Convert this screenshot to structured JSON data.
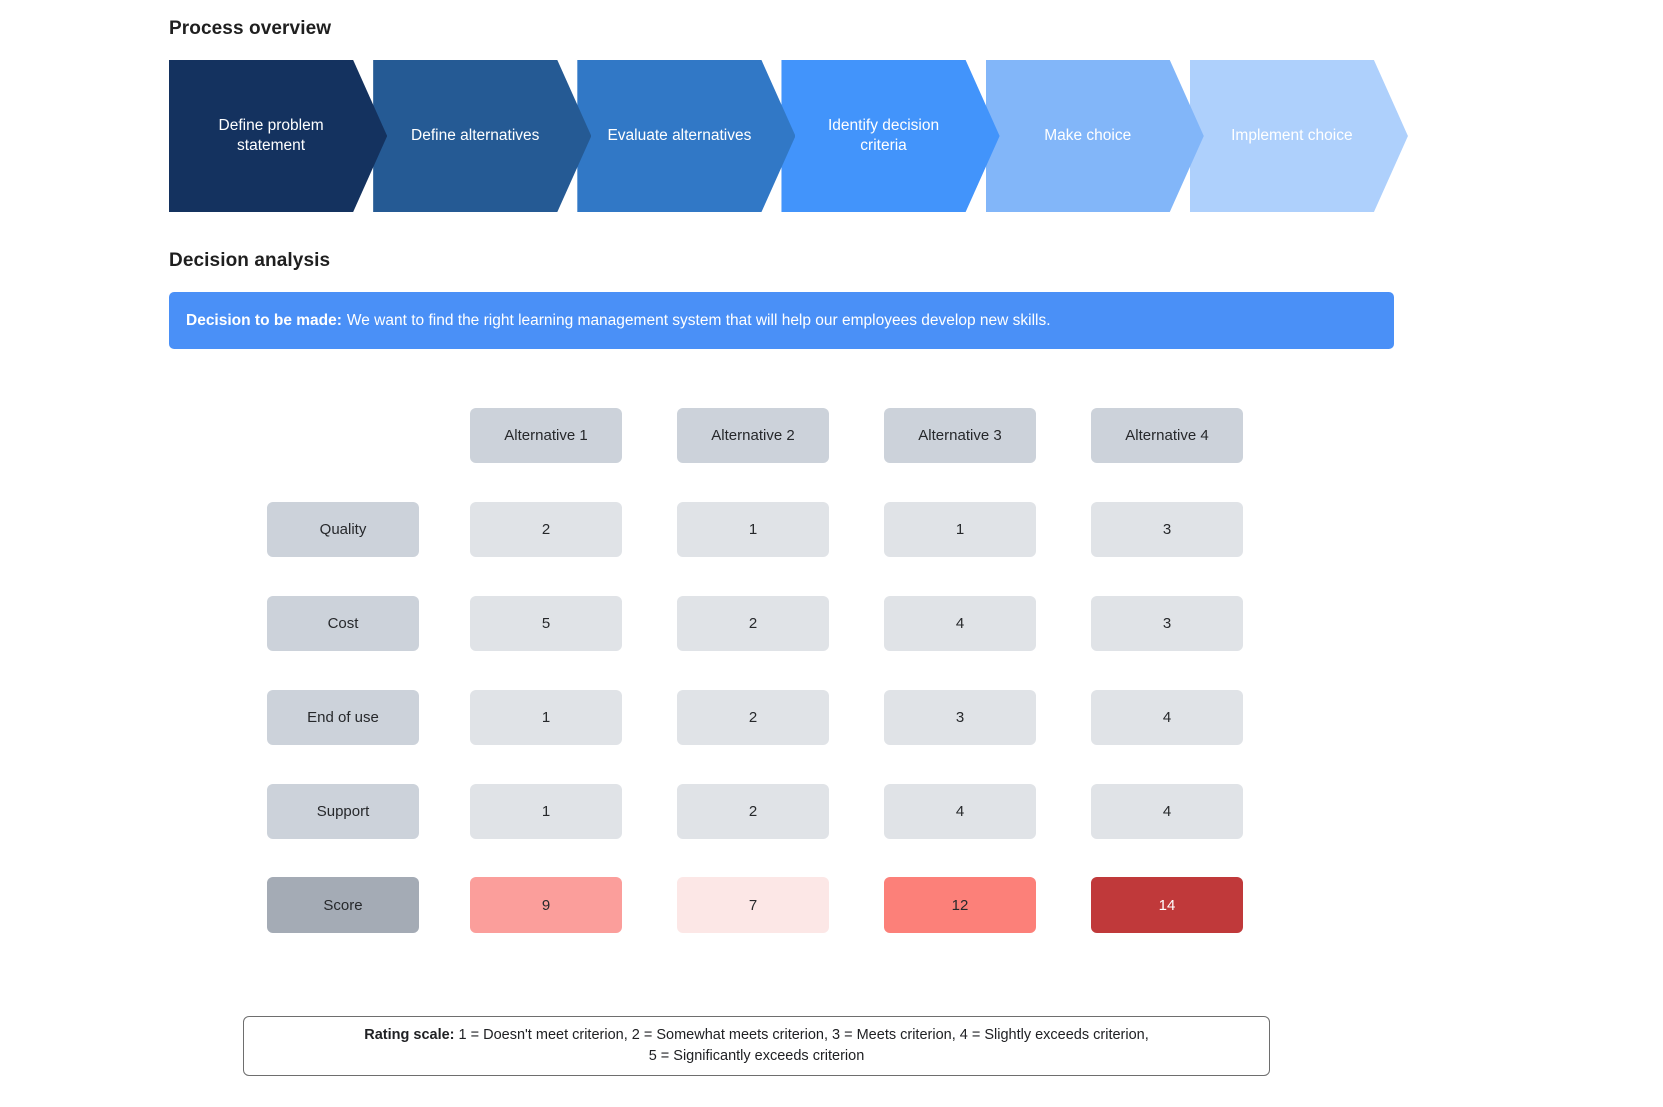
{
  "sections": {
    "process_title": "Process overview",
    "decision_title": "Decision analysis"
  },
  "process": {
    "steps": [
      {
        "label": "Define problem statement",
        "color": "#14325f",
        "text_color": "#ffffff"
      },
      {
        "label": "Define alternatives",
        "color": "#255a94",
        "text_color": "#ffffff"
      },
      {
        "label": "Evaluate alternatives",
        "color": "#3178c6",
        "text_color": "#ffffff"
      },
      {
        "label": "Identify decision criteria",
        "color": "#4294fb",
        "text_color": "#ffffff"
      },
      {
        "label": "Make choice",
        "color": "#82b6f9",
        "text_color": "#ffffff"
      },
      {
        "label": "Implement choice",
        "color": "#aed0fc",
        "text_color": "#ffffff"
      }
    ]
  },
  "decision": {
    "banner_label": "Decision to be made:",
    "banner_text": "We want to find the right learning management system that will help our employees develop new skills.",
    "banner_color": "#4a90f7"
  },
  "matrix": {
    "columns": [
      "Alternative 1",
      "Alternative 2",
      "Alternative 3",
      "Alternative 4"
    ],
    "rows": [
      {
        "label": "Quality",
        "values": [
          "2",
          "1",
          "1",
          "3"
        ]
      },
      {
        "label": "Cost",
        "values": [
          "5",
          "2",
          "4",
          "3"
        ]
      },
      {
        "label": "End of use",
        "values": [
          "1",
          "2",
          "3",
          "4"
        ]
      },
      {
        "label": "Support",
        "values": [
          "1",
          "2",
          "4",
          "4"
        ]
      }
    ],
    "score": {
      "label": "Score",
      "values": [
        "9",
        "7",
        "12",
        "14"
      ],
      "colors": [
        "#fb9e9b",
        "#fce7e6",
        "#fc8079",
        "#c0393a"
      ],
      "text_colors": [
        "#26282b",
        "#26282b",
        "#26282b",
        "#ffffff"
      ],
      "label_color": "#a4abb5"
    },
    "cell_color": "#e0e3e7",
    "header_color": "#ccd2da"
  },
  "rating_scale": {
    "label": "Rating scale:",
    "line1": "1 = Doesn't meet criterion, 2 = Somewhat meets criterion, 3 = Meets criterion, 4 = Slightly exceeds criterion,",
    "line2": "5 = Significantly exceeds criterion"
  }
}
